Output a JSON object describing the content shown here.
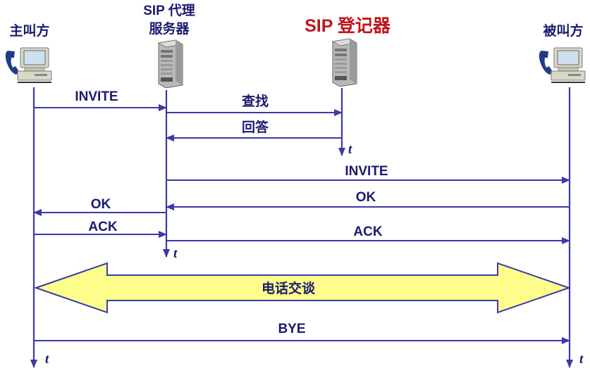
{
  "parties": {
    "caller": "主叫方",
    "proxy_line1": "SIP 代理",
    "proxy_line2": "服务器",
    "registrar": "SIP 登记器",
    "callee": "被叫方"
  },
  "messages": {
    "invite_1": "INVITE",
    "lookup": "查找",
    "reply": "回答",
    "invite_2": "INVITE",
    "ok_1": "OK",
    "ok_2": "OK",
    "ack_1": "ACK",
    "ack_2": "ACK",
    "talk": "电话交谈",
    "bye": "BYE"
  },
  "time_label": "t",
  "colors": {
    "line": "#3a3aa8",
    "text": "#1a1a6e",
    "registrar_text": "#c0141c",
    "talk_fill": "#fdfd8c"
  },
  "icons": {
    "caller": "desktop-phone-icon",
    "proxy": "server-tower-icon",
    "registrar": "server-tower-icon",
    "callee": "desktop-phone-icon"
  }
}
